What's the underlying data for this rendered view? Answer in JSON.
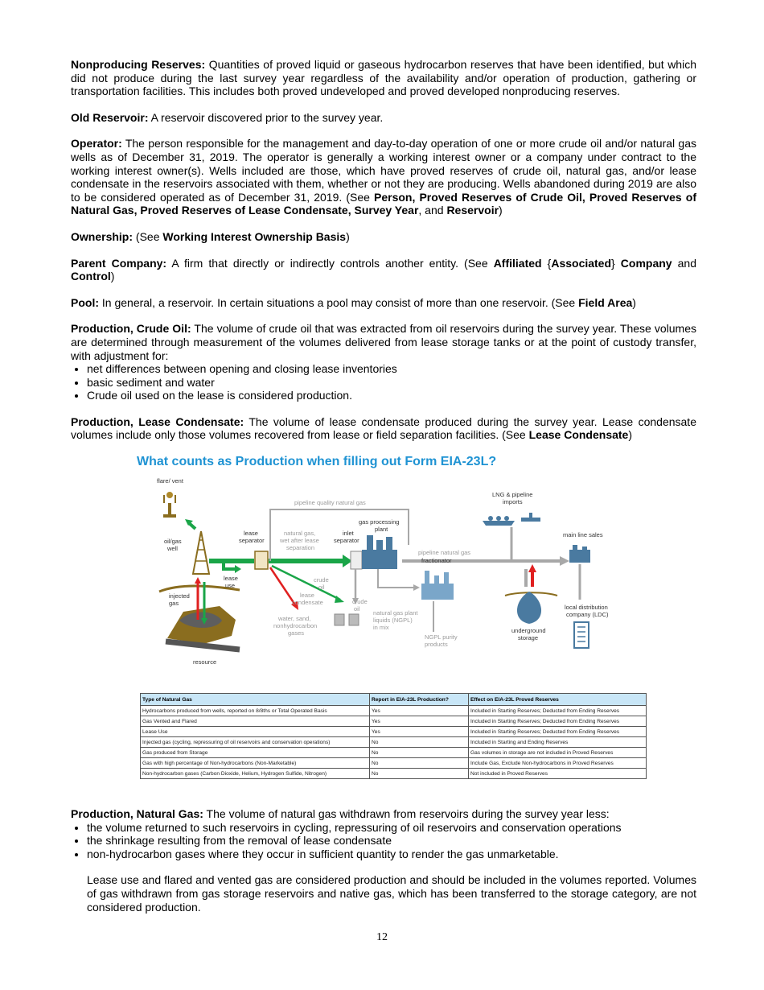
{
  "defs": {
    "nonproducing": {
      "term": "Nonproducing Reserves:",
      "text": " Quantities of proved liquid or gaseous hydrocarbon reserves that have been identified, but which did not produce during the last survey year regardless of the availability and/or operation of production, gathering or transportation facilities. This includes both proved undeveloped and proved developed nonproducing reserves."
    },
    "old_reservoir": {
      "term": "Old Reservoir:",
      "text": " A reservoir discovered prior to the survey year."
    },
    "operator": {
      "term": "Operator:",
      "text": " The person responsible for the management and day-to-day operation of one or more crude oil and/or natural gas wells as of December 31, 2019. The operator is generally a working interest owner or a company under contract to the working interest owner(s). Wells included are those, which have proved reserves of crude oil, natural gas, and/or lease condensate in the reservoirs associated with them, whether or not they are producing. Wells abandoned during 2019 are also to be considered operated as of December 31, 2019. (See ",
      "ref1": "Person, Proved Reserves of Crude Oil, Proved Reserves of Natural Gas, Proved Reserves of Lease Condensate, Survey Year",
      "mid": ", and ",
      "ref2": "Reservoir",
      "end": ")"
    },
    "ownership": {
      "term": "Ownership:",
      "pre": " (See ",
      "ref": "Working Interest Ownership Basis",
      "end": ")"
    },
    "parent_company": {
      "term": "Parent Company:",
      "text": " A firm that directly or indirectly controls another entity. (See ",
      "ref1": "Affiliated",
      "brace_open": " {",
      "ref2": "Associated",
      "brace_close": "} ",
      "ref3": "Company",
      "mid": " and ",
      "ref4": "Control",
      "end": ")"
    },
    "pool": {
      "term": "Pool:",
      "text": " In general, a reservoir. In certain situations a pool may consist of more than one reservoir. (See ",
      "ref": "Field Area",
      "end": ")"
    },
    "production_crude": {
      "term": "Production, Crude Oil:",
      "text": " The volume of crude oil that was extracted from oil reservoirs during the survey year. These volumes are determined through measurement of the volumes delivered from lease storage tanks or at the point of custody transfer, with adjustment for:",
      "bullets": [
        "net differences between opening and closing lease inventories",
        "basic sediment and water",
        "Crude oil used on the lease is considered production."
      ]
    },
    "production_condensate": {
      "term": "Production, Lease Condensate:",
      "text": " The volume of lease condensate produced during the survey year. Lease condensate volumes include only those volumes recovered from lease or field separation facilities. (See ",
      "ref": "Lease Condensate",
      "end": ")"
    },
    "production_gas": {
      "term": "Production, Natural Gas:",
      "text": " The volume of natural gas withdrawn from reservoirs during the survey year less:",
      "bullets": [
        "the volume returned to such reservoirs in cycling, repressuring of oil reservoirs and conservation operations",
        "the shrinkage resulting from the removal of lease condensate",
        "non-hydrocarbon gases where they occur in sufficient quantity to render the gas unmarketable."
      ],
      "note": "Lease use and flared and vented gas are considered production and should be included in the volumes reported. Volumes of gas withdrawn from gas storage reservoirs and native gas, which has been transferred to the storage category, are not considered production."
    }
  },
  "figure": {
    "title": "What counts as Production when filling out Form EIA-23L?",
    "labels": {
      "flare_vent": "flare/ vent",
      "pipeline_quality": "pipeline quality natural gas",
      "lng_1": "LNG & pipeline",
      "lng_2": "imports",
      "gas_plant_1": "gas processing",
      "gas_plant_2": "plant",
      "oil_well_1": "oil/gas",
      "oil_well_2": "well",
      "lease_sep_1": "lease",
      "lease_sep_2": "separator",
      "nat_gas_1": "natural gas,",
      "nat_gas_2": "wet after lease",
      "nat_gas_3": "separation",
      "inlet_1": "inlet",
      "inlet_2": "separator",
      "main_line": "main line sales",
      "pipeline_ng": "pipeline natural gas",
      "lease_use_1": "lease",
      "lease_use_2": "use",
      "crude_oil_1a": "crude",
      "crude_oil_1b": "oil",
      "fractionator": "fractionator",
      "lease_cond_1": "lease",
      "lease_cond_2": "condensate",
      "crude_oil_2a": "crude",
      "crude_oil_2b": "oil",
      "injected_1": "injected",
      "injected_2": "gas",
      "water_1": "water, sand,",
      "water_2": "nonhydrocarbon",
      "water_3": "gases",
      "ngpl_1": "natural gas plant",
      "ngpl_2": "liquids (NGPL)",
      "ngpl_3": "in mix",
      "ngpl_purity_1": "NGPL purity",
      "ngpl_purity_2": "products",
      "underground_1": "underground",
      "underground_2": "storage",
      "ldc_1": "local distribution",
      "ldc_2": "company (LDC)",
      "resource": "resource"
    },
    "colors": {
      "green": "#1aa548",
      "red": "#e02020",
      "gray": "#a8a8a8",
      "olive": "#8a6d1f",
      "steel": "#4a7aa0"
    }
  },
  "table": {
    "headers": [
      "Type of Natural Gas",
      "Report in EIA-23L Production?",
      "Effect on EIA-23L Proved Reserves"
    ],
    "rows": [
      [
        "Hydrocarbons produced from wells, reported on 8/8ths or Total Operated Basis",
        "Yes",
        "Included in Starting Reserves; Deducted from Ending Reserves"
      ],
      [
        "Gas Vented and Flared",
        "Yes",
        "Included in Starting Reserves; Deducted from Ending Reserves"
      ],
      [
        "Lease  Use",
        "Yes",
        "Included in Starting Reserves; Deducted from Ending Reserves"
      ],
      [
        "Injected gas (cycling, repressuring of oil reservoirs and conservation operations)",
        "No",
        "Included in Starting and Ending Reserves"
      ],
      [
        "Gas produced from Storage",
        "No",
        "Gas volumes in storage are not included in Proved Reserves"
      ],
      [
        "Gas with high percentage of Non-hydrocarbons (Non-Marketable)",
        "No",
        "Include Gas, Exclude Non-hydrocarbons in Proved Reserves"
      ],
      [
        "Non-hydrocarbon gases (Carbon Dioxide, Helium, Hydrogen Sulfide, Nitrogen)",
        "No",
        "Not included in Proved Reserves"
      ]
    ]
  },
  "page_number": "12"
}
